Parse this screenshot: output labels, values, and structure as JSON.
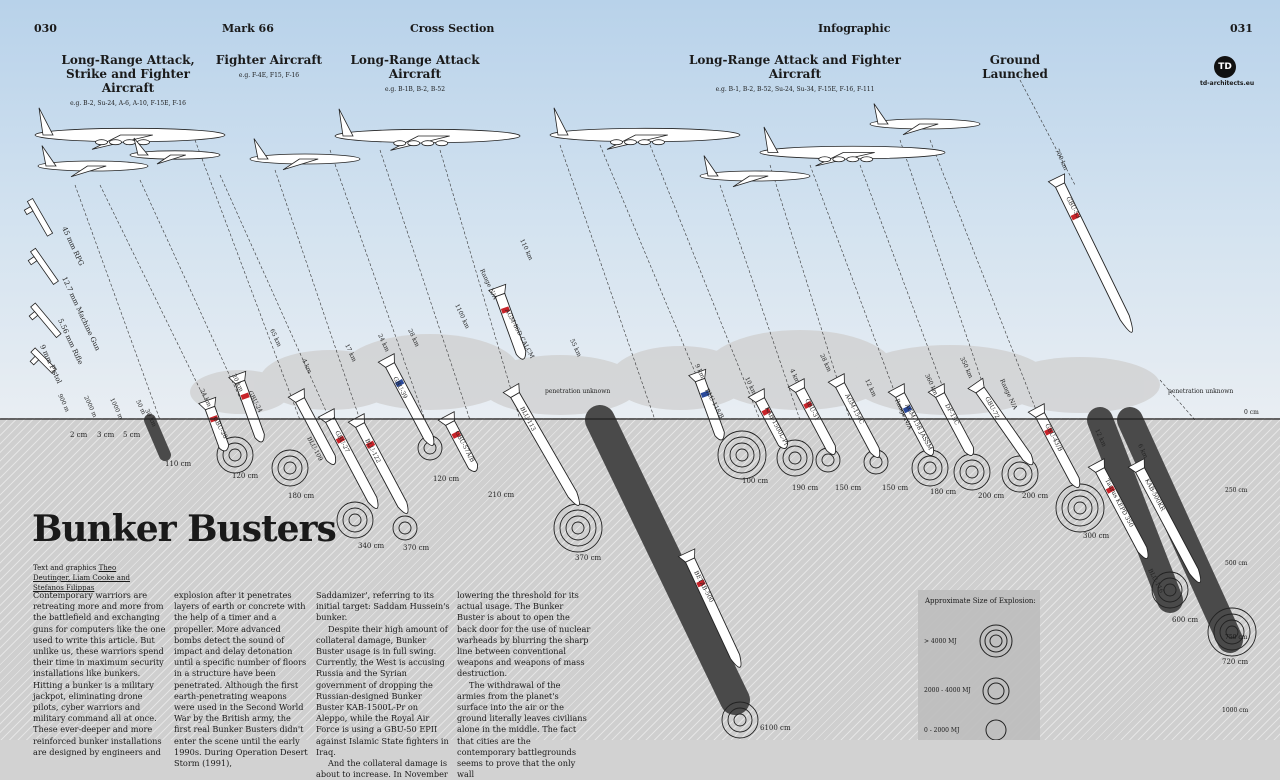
{
  "header": {
    "page_left": "030",
    "section": "Mark 66",
    "topic": "Cross Section",
    "type": "Infographic",
    "page_right": "031"
  },
  "categories": [
    {
      "name": "Long-Range Attack, Strike and Fighter Aircraft",
      "examples": "e.g. B-2, Su-24, A-6, A-10, F-15E, F-16"
    },
    {
      "name": "Fighter Aircraft",
      "examples": "e.g. F-4E, F15, F-16"
    },
    {
      "name": "Long-Range Attack Aircraft",
      "examples": "e.g. B-1B, B-2, B-52"
    },
    {
      "name": "Long-Range Attack and Fighter Aircraft",
      "examples": "e.g. B-1, B-2, B-52, Su-24, Su-34, F-15E, F-16, F-111"
    },
    {
      "name": "Ground Launched",
      "examples": ""
    }
  ],
  "logo": {
    "mark": "TD",
    "url": "td-architects.eu"
  },
  "title": "Bunker Busters",
  "credit": {
    "prefix": "Text and graphics",
    "names": "Theo Deutinger, Liam Cooke and Stefanos Filippas"
  },
  "body": [
    [
      "Contemporary warriors are retreating more and more from the battlefield and exchanging guns for computers like the one used to write this article. But unlike us, these warriors spend their time in maximum security installations like bunkers. Hitting a bunker is a military jackpot, eliminating drone pilots, cyber warriors and military command all at once. These ever-deeper and more reinforced bunker installations are designed by engineers and"
    ],
    [
      "explosion after it penetrates layers of earth or concrete with the help of a timer and a propeller. More advanced bombs detect the sound of impact and delay detonation until a specific number of floors in a structure have been penetrated. Although the first earth-penetrating weapons were used in the Second World War by the British army, the first real Bunker Busters didn't enter the scene until the early 1990s. During Operation Desert Storm (1991),"
    ],
    [
      "Saddamizer', referring to its initial target: Saddam Hussein's bunker.",
      "Despite their high amount of collateral damage, Bunker Buster usage is in full swing. Currently, the West is accusing Russia and the Syrian government of dropping the Russian-designed Bunker Buster KAB-1500L-Pr on Aleppo, while the Royal Air Force is using a GBU-50 EPII against Islamic State fighters in Iraq.",
      "And the collateral damage is about to increase. In November"
    ],
    [
      "lowering the threshold for its actual usage. The Bunker Buster is about to open the back door for the use of nuclear warheads by blurring the sharp line between conventional weapons and weapons of mass destruction.",
      "The withdrawal of the armies from the planet's surface into the air or the ground literally leaves civilians alone in the middle. The fact that cities are the contemporary battlegrounds seems to prove that the only wall"
    ]
  ],
  "small_arms": [
    {
      "label": "45 mm RPG",
      "range": "900 m"
    },
    {
      "label": "12.7 mm Machine Gun",
      "range": "2000 m"
    },
    {
      "label": "5.56 mm Rifle",
      "range": "1000 m"
    },
    {
      "label": "9 mm Pistol",
      "range": "50 m"
    }
  ],
  "weapon_labels": [
    "GBU-28",
    "GBU-24",
    "BLU-109",
    "GBU-27",
    "BLU-122",
    "GBU-39",
    "GBU-57A/B",
    "AGM-86D CALCM",
    "BLU-113",
    "BETAB-500",
    "BLU-118/B",
    "KAB-1500L-Pr",
    "GBU-31",
    "AGM-154C",
    "AGM-158 JASSM",
    "DF-15C",
    "GBU-72",
    "GBU-43/B",
    "GBU-53",
    "Taurus KEPD 350",
    "KAB-500KR",
    "BLU-116"
  ],
  "range_labels": [
    "30 km",
    "24 km",
    "20 km",
    "65 km",
    "4 km",
    "17 km",
    "24 km",
    "28 km",
    "1100 km",
    "Range N/A",
    "110 km",
    "55 km",
    "9 km",
    "10 km",
    "4 km",
    "28 km",
    "12 km",
    "Range N/A",
    "360 km",
    "350 km",
    "Range N/A",
    "700 km",
    "12 km",
    "6 km"
  ],
  "penetration": [
    "2 cm",
    "3 cm",
    "5 cm",
    "110 cm",
    "120 cm",
    "180 cm",
    "340 cm",
    "370 cm",
    "120 cm",
    "210 cm",
    "370 cm",
    "6100 cm",
    "100 cm",
    "190 cm",
    "150 cm",
    "150 cm",
    "180 cm",
    "200 cm",
    "200 cm",
    "300 cm",
    "600 cm",
    "720 cm"
  ],
  "penetration_unknown": "penetration unknown",
  "depth_scale": [
    "0 cm",
    "250 cm",
    "500 cm",
    "750 cm",
    "1000 cm"
  ],
  "legend": {
    "title": "Approximate Size of Explosion:",
    "items": [
      {
        "label": "> 4000 MJ"
      },
      {
        "label": "2000 - 4000 MJ"
      },
      {
        "label": "0 - 2000 MJ"
      }
    ]
  },
  "colors": {
    "sky_top": "#b8d2ea",
    "ground": "#cfcfcf",
    "marker_red": "#c8242a",
    "marker_blue": "#2b4a9a"
  }
}
